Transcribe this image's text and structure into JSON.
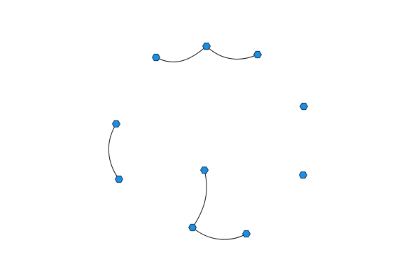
{
  "graph": {
    "node_color": "#1a8fe3",
    "node_stroke": "#0b1e33",
    "edge_color": "#111111",
    "node_shape": "hexagon",
    "nodes": [
      {
        "id": "a"
      },
      {
        "id": "b"
      },
      {
        "id": "c"
      },
      {
        "id": "d"
      },
      {
        "id": "e"
      },
      {
        "id": "f"
      },
      {
        "id": "g"
      },
      {
        "id": "h"
      },
      {
        "id": "i"
      },
      {
        "id": "j"
      }
    ],
    "edges": [
      {
        "from": "a",
        "to": "b"
      },
      {
        "from": "b",
        "to": "c"
      },
      {
        "from": "d",
        "to": "e"
      },
      {
        "from": "f",
        "to": "g"
      },
      {
        "from": "g",
        "to": "h"
      }
    ]
  }
}
